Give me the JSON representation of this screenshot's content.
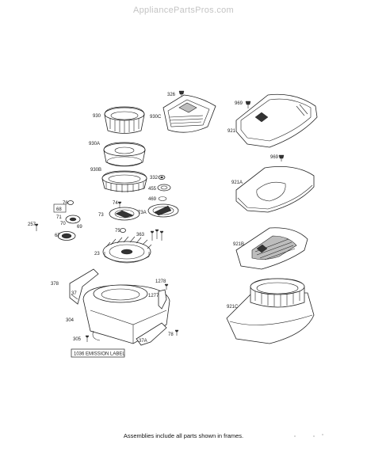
{
  "header": {
    "site": "AppliancePartsPros.com"
  },
  "labels": {
    "p930": "930",
    "p930A": "930A",
    "p930B": "930B",
    "p930C": "930C",
    "p326": "326",
    "p969a": "969",
    "p921": "921",
    "p969b": "969",
    "p921A": "921A",
    "p921B": "921B",
    "p921C": "921C",
    "p332": "332",
    "p455": "455",
    "p469": "469",
    "p76": "76",
    "p68": "68",
    "p71": "71",
    "p70": "70",
    "p69": "69",
    "p67": "67",
    "p257": "257",
    "p74": "74",
    "p73": "73",
    "p73A": "73A",
    "p75": "75",
    "p363": "363",
    "p23": "23",
    "p378": "378",
    "p37": "37",
    "p1278": "1278",
    "p1277": "1277",
    "p304": "304",
    "p305": "305",
    "p37A": "37A",
    "p78": "78",
    "emission": "1036 EMISSION LABEL"
  },
  "footer": {
    "note": "Assemblies include all parts shown in frames."
  }
}
